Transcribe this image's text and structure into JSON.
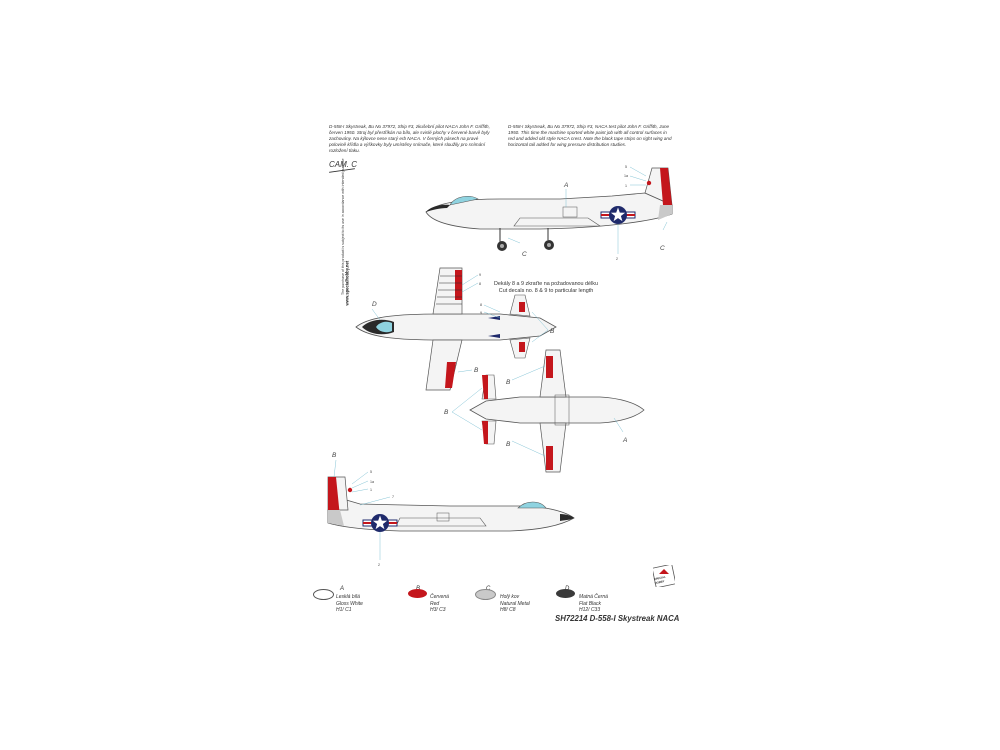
{
  "descriptions": {
    "cz": "D-558-I Skystreak, Bu No 37972, Ship #3, zkušební pilot NACA John F. Griffith, červen 1950. Stroj byl přestříkán na bílo, ale svislé plochy v červené barvě byly zachovány. Na kýlovce nese starý erb NACA. V černých pásech na pravé polovině křídla a výškovky byly umístěny snímače, které sloužily pro snímání rozložení tlaku.",
    "en": "D-558-I Skystreak, Bu No 37972, Ship #3, NACA test pilot John F. Griffith, June 1950. This time the machine sported white paint job with all control surfaces in red and added old style NACA crest. Note the black tape strips on right wing and horizontal tail added for wing pressure distribution studies."
  },
  "camo_label": "CAM. C",
  "decal_note": {
    "cz": "Dekály 8 a 9 zkraťte na požadovanou délku",
    "en": "Cut decals no. 8 & 9 to particular length"
  },
  "side_note": {
    "text": "The purchase of this product is subject to its use in accordance with intended purpose",
    "web": "www.specialhobby.net"
  },
  "callouts": {
    "a": "A",
    "b": "B",
    "c": "C",
    "d": "D",
    "n1": "1",
    "n1a": "1a",
    "n2": "2",
    "n3": "3",
    "n5": "5",
    "n8": "8",
    "n9": "9",
    "n7": "7"
  },
  "legend": [
    {
      "code": "A",
      "cz": "Lesklá bílá",
      "en": "Gloss White",
      "ref": "H1/ C1",
      "color": "#ffffff"
    },
    {
      "code": "B",
      "cz": "Červená",
      "en": "Red",
      "ref": "H3/ C3",
      "color": "#c4161c"
    },
    {
      "code": "C",
      "cz": "Holý kov",
      "en": "Natural Metal",
      "ref": "H8/ C8",
      "color": "#c9c9c9"
    },
    {
      "code": "D",
      "cz": "Matná Černá",
      "en": "Flat Black",
      "ref": "H12/ C33",
      "color": "#3a3a3a"
    }
  ],
  "footer": "SH72214 D-558-I Skystreak NACA",
  "logo_text": "SPECIAL HOBBY",
  "colors": {
    "white": "#f4f4f4",
    "red": "#c4161c",
    "metal": "#c9c9c9",
    "black": "#2a2a2a",
    "blue": "#1f2a6b",
    "canopy": "#8fd3e0",
    "outline": "#555555"
  },
  "icons": [
    "roundel-icon",
    "naca-crest-icon",
    "special-hobby-logo-icon"
  ]
}
